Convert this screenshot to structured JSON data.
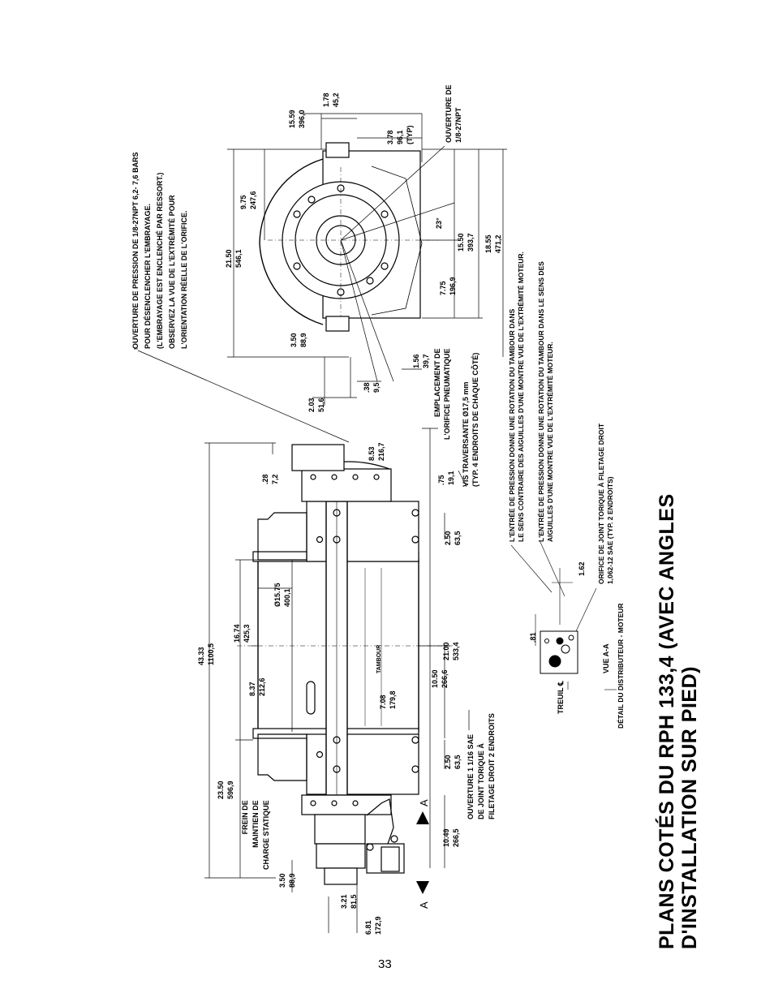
{
  "title": {
    "line1": "PLANS COTÉS DU RPH 133,4 (AVEC ANGLES",
    "line2": "D'INSTALLATION SUR PIED)"
  },
  "page_number": "33",
  "top_view": {
    "pressure_port_note": [
      "OUVERTURE DE PRESSION DE 1/8-27NPT 6,2- 7,6 BARS",
      "POUR DÉSENCLENCHER L'EMBRAYAGE.",
      "(L'EMBRAYAGE EST ENCLENCHÉ PAR RESSORT.)",
      "OBSERVEZ LA VUE DE L'EXTRÉMITÉ POUR",
      "L'ORIENTATION RÉELLE DE L'ORIFICE."
    ],
    "opening_label": [
      "OUVERTURE DE",
      "1/8-27NPT"
    ],
    "dim_1559": [
      "15.59",
      "396,0"
    ],
    "dim_178": [
      "1.78",
      "45,2"
    ],
    "dim_378": [
      "3.78",
      "96,1",
      "(TYP)"
    ],
    "dim_2150": [
      "21.50",
      "546,1"
    ],
    "dim_975": [
      "9.75",
      "247,6"
    ],
    "angle_23": "23°",
    "dim_1550": [
      "15.50",
      "393,7"
    ],
    "dim_1855": [
      "18.55",
      "471,2"
    ],
    "dim_775": [
      "7.75",
      "196,9"
    ],
    "dim_350": [
      "3.50",
      "88,9"
    ],
    "dim_156": [
      "1.56",
      "39,7"
    ],
    "pneumatic_label": [
      "EMPLACEMENT DE",
      "L'ORIFICE PNEUMATIQUE"
    ],
    "dim_038": [
      ".38",
      "9,5"
    ],
    "dim_203": [
      "2.03",
      "51,6"
    ],
    "bolt_label": [
      "VIS TRAVERSANTE Ø17,5 mm",
      "(TYP. 4 ENDROITS DE CHAQUE CÔTÉ)"
    ],
    "ccw_note": [
      "L'ENTRÉE DE PRESSION DONNE UNE ROTATION DU TAMBOUR DANS",
      "LE SENS CONTRAIRE DES AIGUILLES D'UNE MONTRE VUE DE L'EXTRÉMITÉ MOTEUR."
    ],
    "cw_note": [
      "L'ENTRÉE DE PRESSION DONNE UNE ROTATION DU TAMBOUR DANS LE SENS DES",
      "AIGUILLES D'UNE MONTRE VUE DE L'EXTRÉMITÉ MOTEUR."
    ]
  },
  "side_view": {
    "dim_4333": [
      "43.33",
      "1100,5"
    ],
    "dim_2350": [
      "23.50",
      "596,9"
    ],
    "dim_1674": [
      "16.74",
      "425,3"
    ],
    "dim_837": [
      "8.37",
      "212,6"
    ],
    "dim_028": [
      ".28",
      "7,2"
    ],
    "dim_853": [
      "8.53",
      "216,7"
    ],
    "dim_075": [
      ".75",
      "19,1"
    ],
    "dim_1575": [
      "Ø15.75",
      "400,1"
    ],
    "dim_250_top": [
      "2.50",
      "63,5"
    ],
    "dim_2100": [
      "21.00",
      "533,4"
    ],
    "tambour": "TAMBOUR",
    "dim_1050": [
      "10.50",
      "266,6"
    ],
    "dim_708": [
      "7.08",
      "179,8"
    ],
    "dim_250_bot": [
      "2.50",
      "63,5"
    ],
    "dim_1049": [
      "10.49",
      "266,5"
    ],
    "brake_label": [
      "FREIN DE",
      "MAINTIEN DE",
      "CHARGE STATIQUE"
    ],
    "sae_label": [
      "OUVERTURE 1 1/16 SAE",
      "DE JOINT TORIQUE À",
      "FILETAGE DROIT 2 ENDROITS"
    ],
    "dim_350": [
      "3.50",
      "88,9"
    ],
    "dim_321": [
      "3.21",
      "81,5"
    ],
    "dim_681": [
      "6.81",
      "172,9"
    ],
    "section_letter": "A"
  },
  "detail_view": {
    "dim_162": "1.62",
    "dim_081": ".81",
    "oring_label": [
      "ORIFICE DE JOINT TORIQUE À FILETAGE DROIT",
      "1,062-12 SAE (TYP. 2 ENDROITS)"
    ],
    "treuil": "TREUIL",
    "vue": "VUE A-A",
    "detail_title": "DÉTAIL DU DISTRIBUTEUR - MOTEUR"
  }
}
